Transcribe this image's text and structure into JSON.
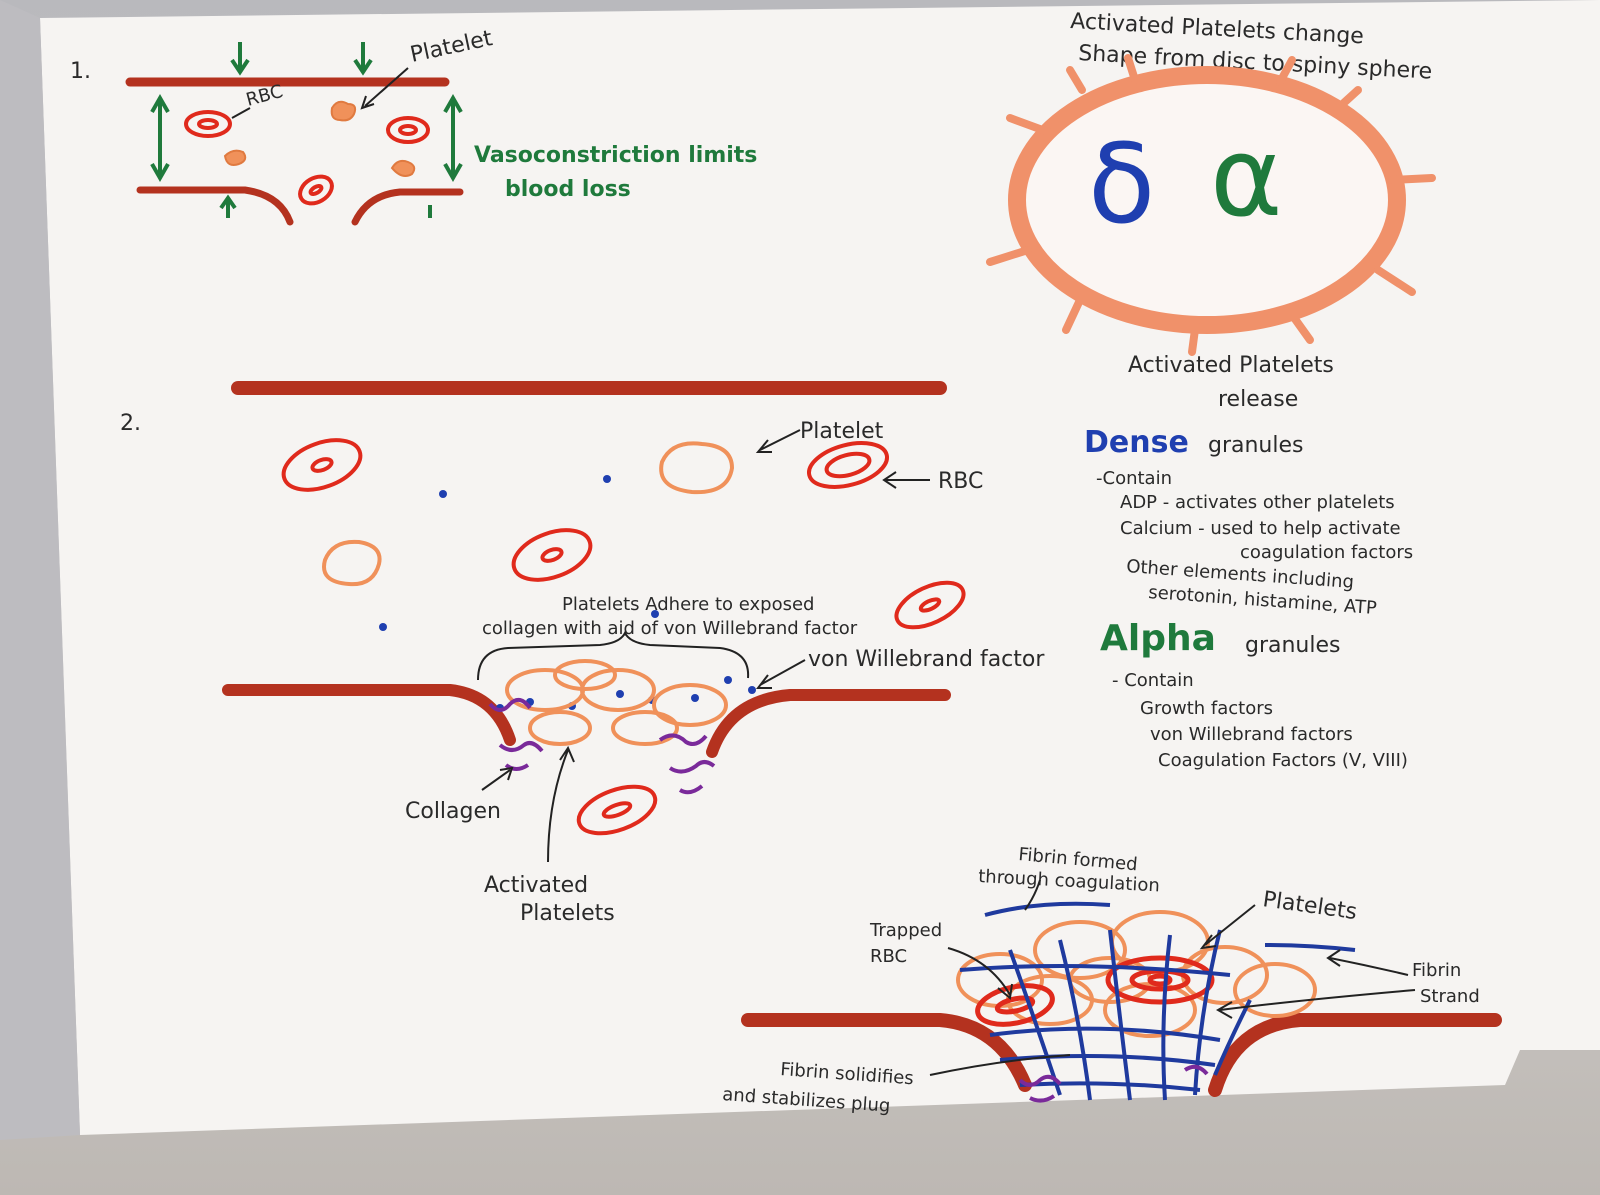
{
  "panel1": {
    "number": "1.",
    "platelet": "Platelet",
    "rbc": "RBC",
    "caption_line1": "Vasoconstriction limits",
    "caption_line2": "blood loss"
  },
  "activation": {
    "title_line1": "Activated Platelets change",
    "title_line2": "Shape from disc to spiny sphere",
    "dense_symbol": "δ",
    "alpha_symbol": "α",
    "release_line1": "Activated Platelets",
    "release_line2": "release"
  },
  "dense": {
    "heading": "Dense",
    "heading_rest": "granules",
    "contain": "-Contain",
    "items": [
      "ADP - activates other platelets",
      "Calcium - used to help activate",
      "coagulation factors",
      "Other elements including",
      "serotonin, histamine, ATP"
    ]
  },
  "alpha": {
    "heading": "Alpha",
    "heading_rest": "granules",
    "contain": "- Contain",
    "items": [
      "Growth factors",
      "von Willebrand factors",
      "Coagulation Factors (V, VIII)"
    ]
  },
  "panel2": {
    "number": "2.",
    "platelet": "Platelet",
    "rbc": "RBC",
    "adhere_line1": "Platelets Adhere to exposed",
    "adhere_line2": "collagen with aid of von Willebrand factor",
    "vwf": "von Willebrand factor",
    "collagen": "Collagen",
    "activated_line1": "Activated",
    "activated_line2": "Platelets"
  },
  "panel3": {
    "fibrin_formed_line1": "Fibrin formed",
    "fibrin_formed_line2": "through coagulation",
    "platelets": "Platelets",
    "trapped_line1": "Trapped",
    "trapped_line2": "RBC",
    "fibrin_strand_line1": "Fibrin",
    "fibrin_strand_line2": "Strand",
    "solidify_line1": "Fibrin solidifies",
    "solidify_line2": "and stabilizes plug"
  },
  "colors": {
    "vessel": "#b4321f",
    "rbc": "#e02a1c",
    "platelet": "#f0915a",
    "fibrin": "#1f3a9e",
    "collagen": "#7a2a9a",
    "dense": "#1f3fb0",
    "alpha": "#1f7a3c"
  }
}
